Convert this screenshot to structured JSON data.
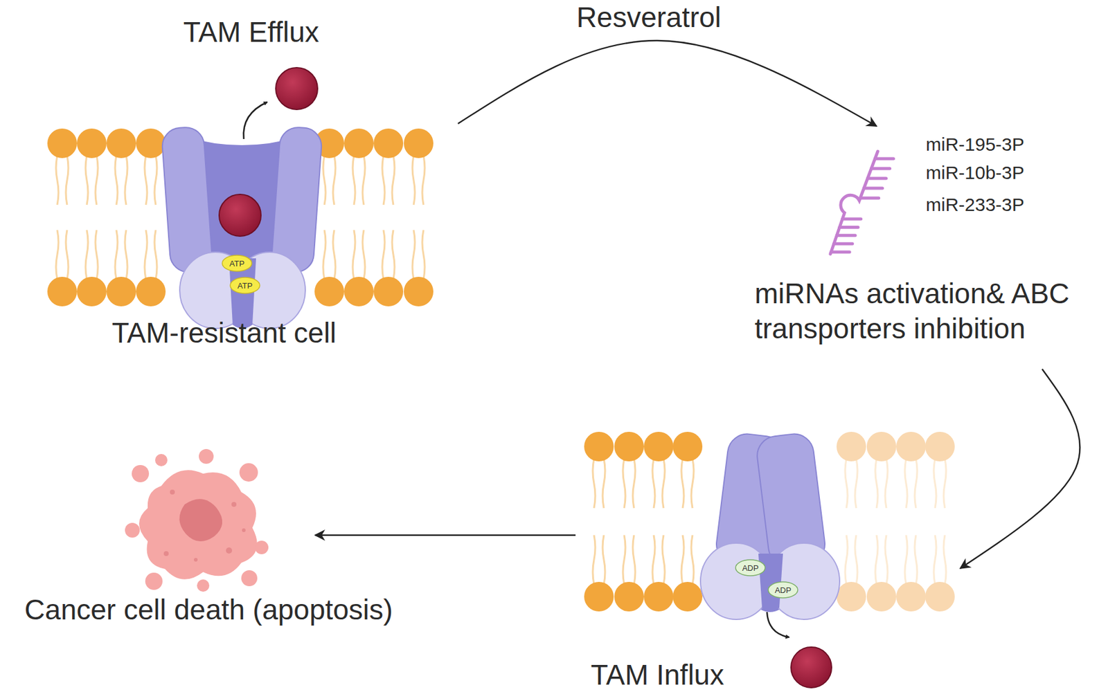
{
  "diagram": {
    "nodes": [
      {
        "text": [
          "TAM Efflux",
          "TAM-resistant cell"
        ]
      },
      {
        "text": [
          "miR-195-3P",
          "miR-10b-3P",
          "miR-233-3P",
          "miRNAs activation& ABC transporters inhibition"
        ]
      },
      {
        "text": [
          "TAM Influx"
        ]
      },
      {
        "text": [
          "Cancer cell death (apoptosis)"
        ]
      }
    ],
    "edges": [
      {
        "from": 0,
        "to": 1,
        "label": "Resveratrol",
        "arrow": "to"
      },
      {
        "from": 1,
        "to": 2,
        "arrow": "to"
      },
      {
        "from": 2,
        "to": 3,
        "arrow": "to"
      }
    ],
    "labels": [
      "ATP",
      "ATP",
      "ADP",
      "ADP"
    ]
  }
}
